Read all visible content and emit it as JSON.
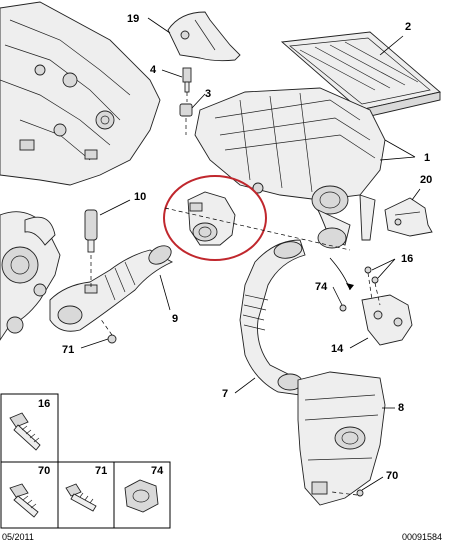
{
  "callouts": {
    "c1": "1",
    "c2": "2",
    "c3": "3",
    "c4": "4",
    "c7": "7",
    "c8": "8",
    "c9": "9",
    "c10": "10",
    "c14": "14",
    "c16": "16",
    "c19": "19",
    "c20": "20",
    "c70": "70",
    "c71": "71",
    "c74": "74"
  },
  "fastener_table": {
    "cells": [
      "16",
      "70",
      "71",
      "74"
    ]
  },
  "footer": {
    "date": "05/2011",
    "ref": "00091584"
  },
  "colors": {
    "highlight_circle": "#c0272d",
    "line": "#000000",
    "part_fill": "#eeeeee"
  }
}
